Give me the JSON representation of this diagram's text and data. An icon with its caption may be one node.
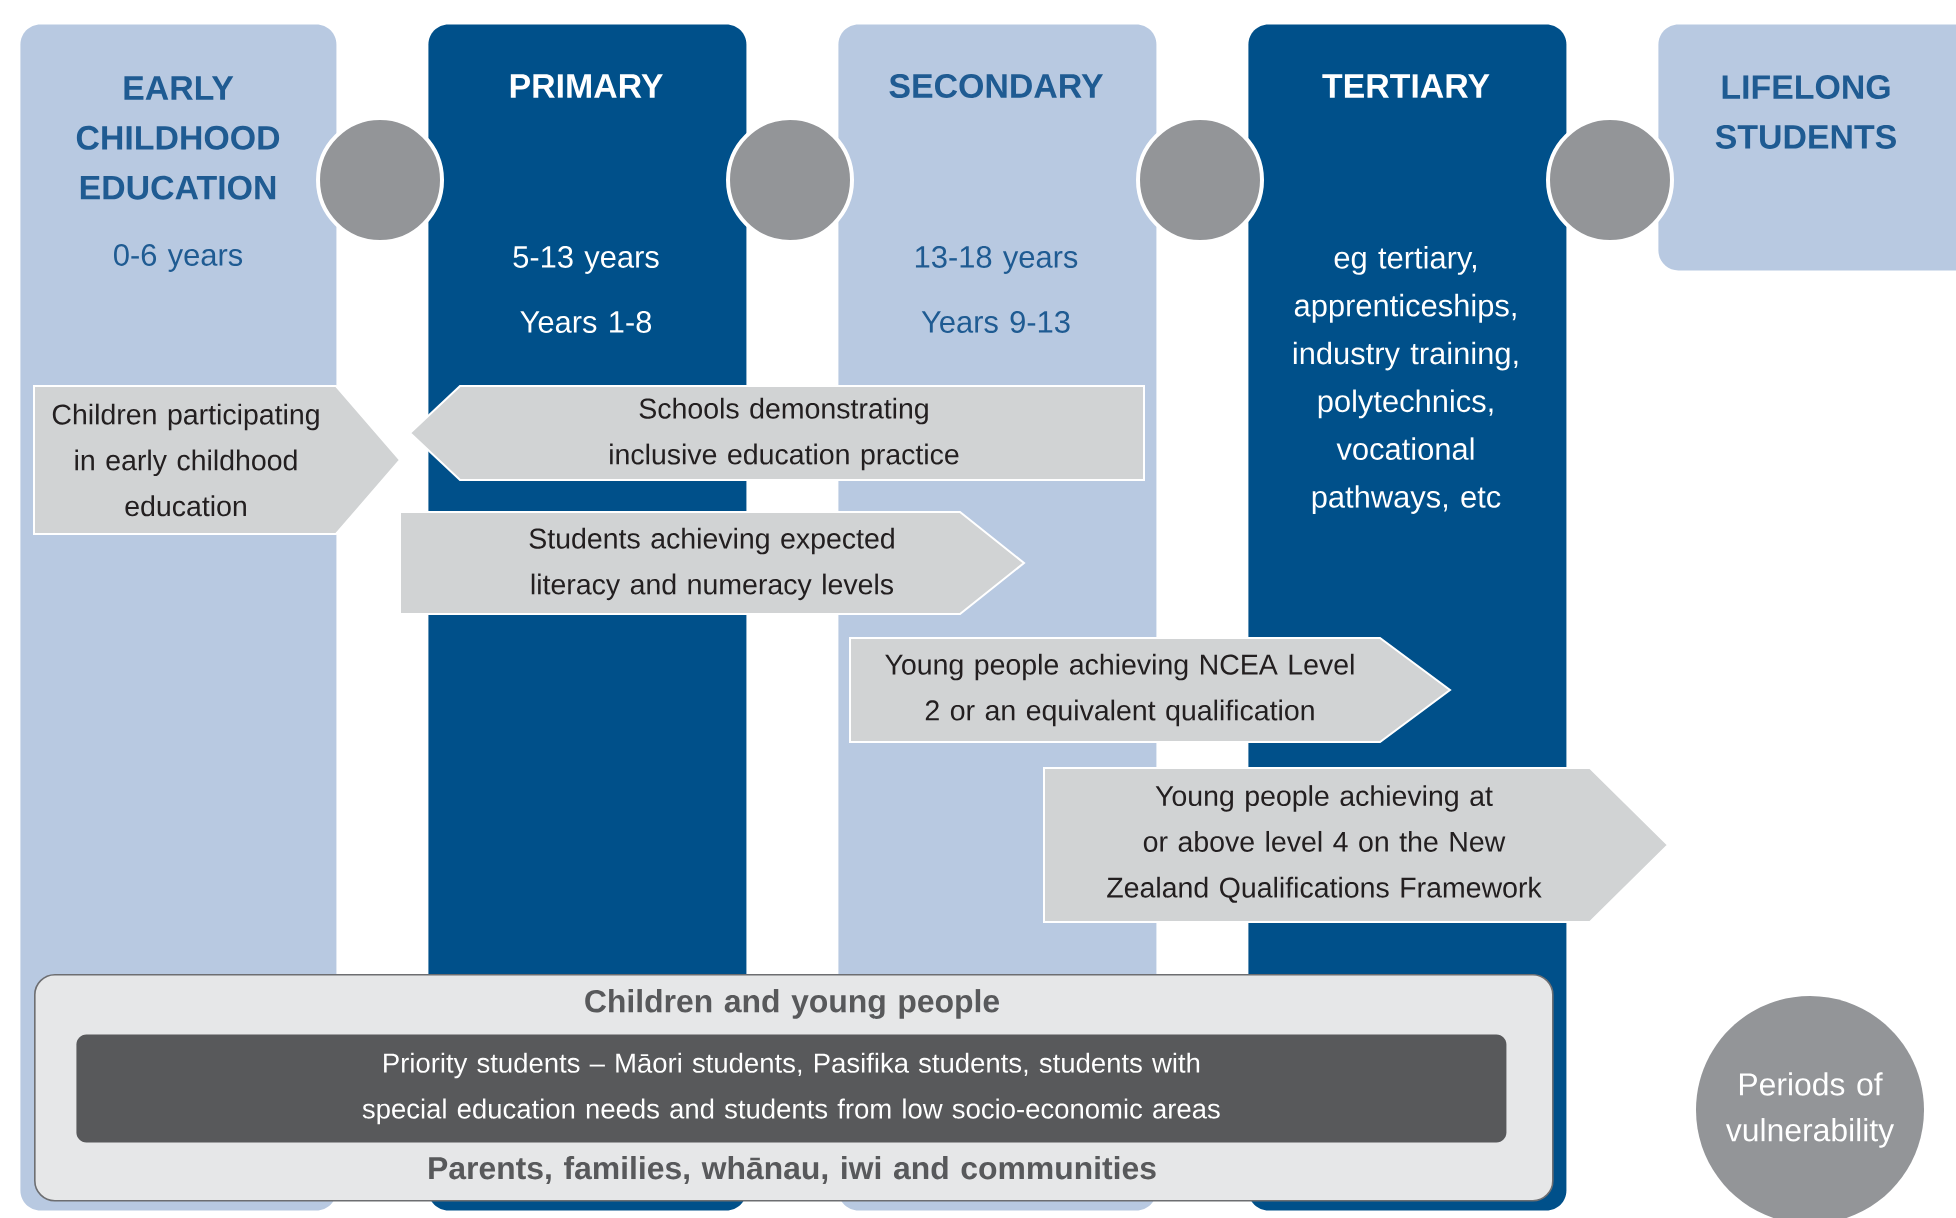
{
  "diagram": {
    "nodes": [
      {
        "text": [
          "EARLY CHILDHOOD EDUCATION",
          "0-6 years"
        ]
      },
      {
        "text": [
          "PRIMARY",
          "5-13 years",
          "Years 1-8"
        ]
      },
      {
        "text": [
          "SECONDARY",
          "13-18 years",
          "Years 9-13"
        ]
      },
      {
        "text": [
          "TERTIARY",
          "eg tertiary, apprenticeships, industry training, polytechnics, vocational pathways, etc"
        ]
      },
      {
        "text": [
          "LIFELONG STUDENTS"
        ]
      },
      {
        "text": [],
        "shape": "circle"
      },
      {
        "text": [],
        "shape": "circle"
      },
      {
        "text": [],
        "shape": "circle"
      },
      {
        "text": [],
        "shape": "circle"
      },
      {
        "text": [
          "Children participating in early childhood education"
        ]
      },
      {
        "text": [
          "Schools demonstrating inclusive education practice"
        ]
      },
      {
        "text": [
          "Students achieving expected literacy and numeracy levels"
        ]
      },
      {
        "text": [
          "Young people achieving NCEA Level 2 or an equivalent qualification"
        ]
      },
      {
        "text": [
          "Young people achieving at or above level 4 on the New Zealand Qualifications Framework"
        ]
      },
      {
        "text": [
          "Children and young people",
          "Parents, families, whānau, iwi and communities"
        ]
      },
      {
        "text": [
          "Priority students – Māori students, Pasifika students, students with special education needs and students from low socio-economic areas"
        ],
        "in": 14
      },
      {
        "text": [
          "Periods of vulnerability"
        ]
      }
    ]
  }
}
